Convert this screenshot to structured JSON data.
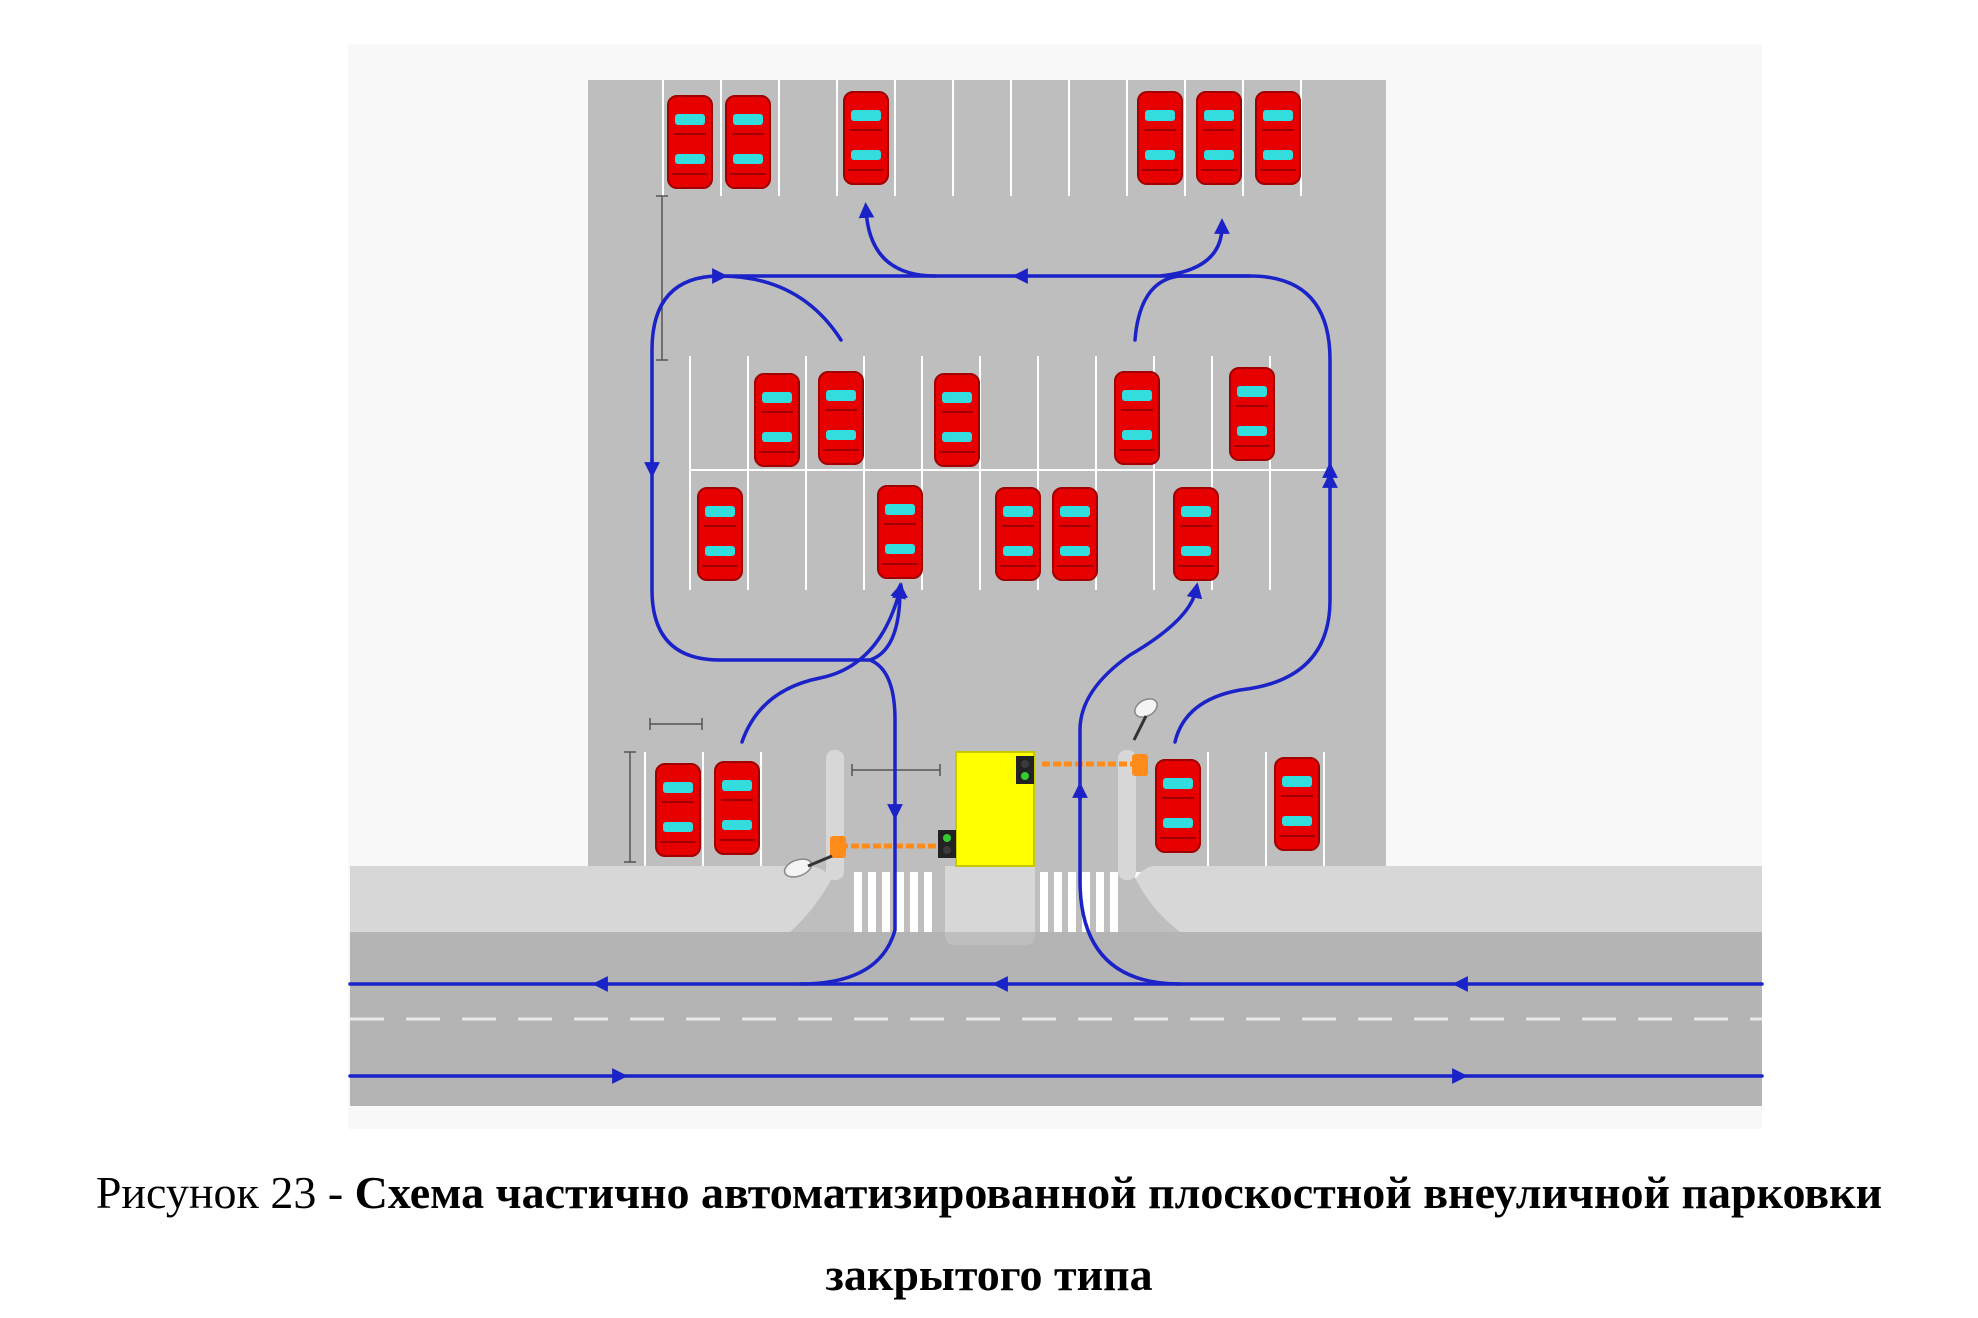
{
  "caption": {
    "prefix": "Рисунок 23 - ",
    "title_line1": "Схема частично автоматизированной плоскостной внеуличной парковки",
    "title_line2": "закрытого типа"
  },
  "colors": {
    "lot": "#bebebe",
    "road": "#b4b4b4",
    "sidewalk": "#d7d7d7",
    "car": "#e60000",
    "glass": "#33dddd",
    "arrow": "#1a22c8",
    "booth": "#ffff00",
    "barrier": "#ff8c1a"
  }
}
